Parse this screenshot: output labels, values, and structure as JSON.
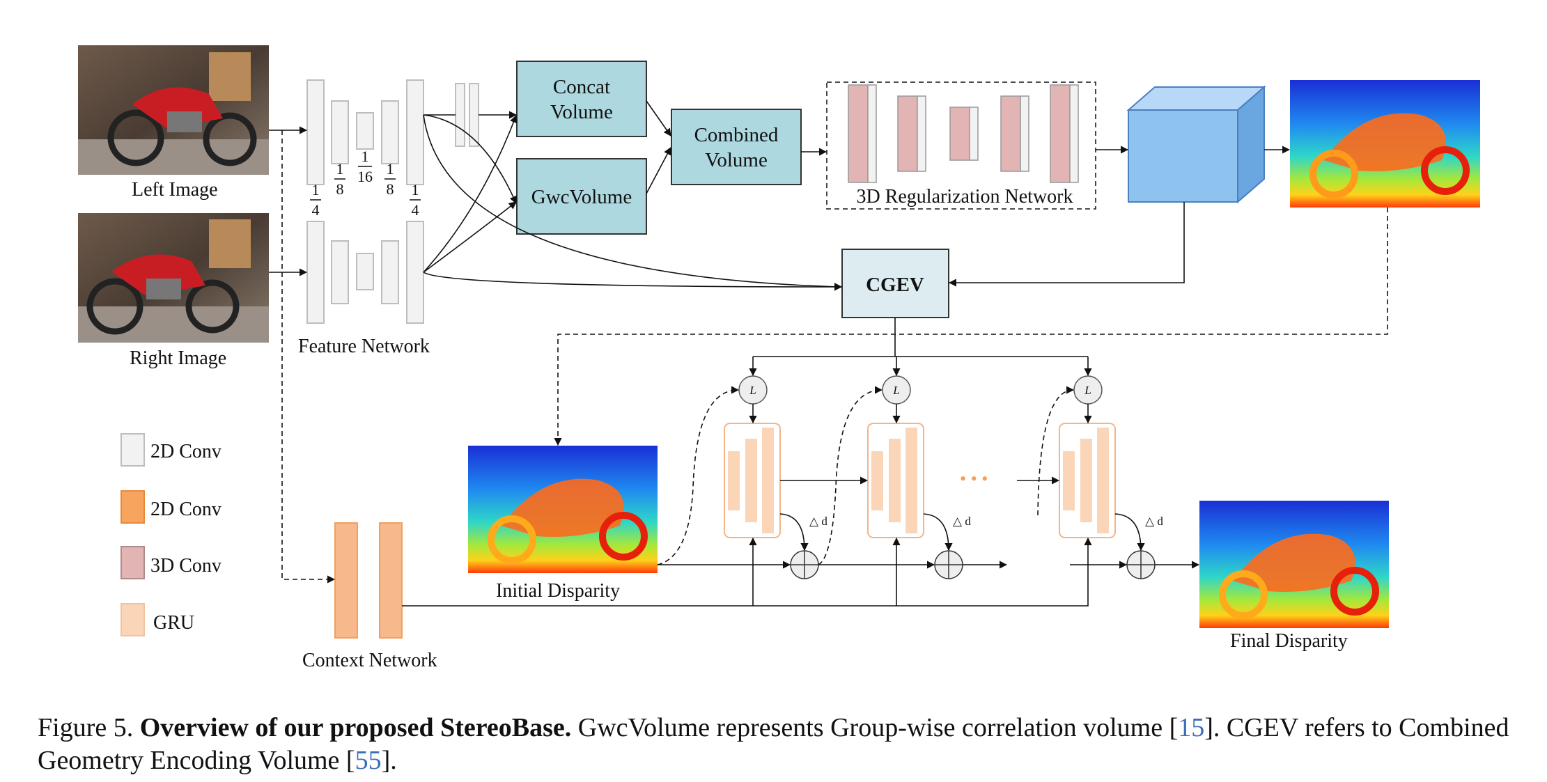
{
  "figure": {
    "inputs": {
      "left_image": "Left Image",
      "right_image": "Right Image"
    },
    "feature_network": {
      "label": "Feature Network",
      "scales": [
        {
          "num": "1",
          "den": "4"
        },
        {
          "num": "1",
          "den": "8"
        },
        {
          "num": "1",
          "den": "16"
        },
        {
          "num": "1",
          "den": "8"
        },
        {
          "num": "1",
          "den": "4"
        }
      ]
    },
    "concat_volume": {
      "line1": "Concat",
      "line2": "Volume"
    },
    "gwc_volume": "GwcVolume",
    "combined_volume": {
      "line1": "Combined",
      "line2": "Volume"
    },
    "regularization": "3D Regularization Network",
    "cgev": "CGEV",
    "lookup_symbol": "L",
    "delta_symbol": "△ d",
    "ellipsis": "• • •",
    "initial_disparity": "Initial Disparity",
    "final_disparity": "Final Disparity",
    "context_network": "Context Network",
    "legend": [
      {
        "label": "2D Conv",
        "fill": "#f2f2f2",
        "stroke": "#bdbdbd"
      },
      {
        "label": "2D Conv",
        "fill": "#f7a55e",
        "stroke": "#e8893a"
      },
      {
        "label": "3D Conv",
        "fill": "#e3b4b4",
        "stroke": "#b08a8a"
      },
      {
        "label": "GRU",
        "fill": "#fad5b8",
        "stroke": "#f2c2a0"
      }
    ],
    "colors": {
      "teal_box": "#add8e0",
      "cgev_box": "#dcecf0",
      "cube_front": "#8fc3ef",
      "cube_side": "#6aa6e0",
      "orange_conv": "#f7b98c",
      "gru_fill": "#fad5b8",
      "gru_frame": "#f3b48a"
    }
  },
  "caption": {
    "prefix": "Figure 5. ",
    "bold": "Overview of our proposed StereoBase.",
    "text1": " GwcVolume represents Group-wise correlation volume [",
    "ref1": "15",
    "text2": "]. CGEV refers to Combined Geometry Encoding Volume [",
    "ref2": "55",
    "text3": "]."
  }
}
